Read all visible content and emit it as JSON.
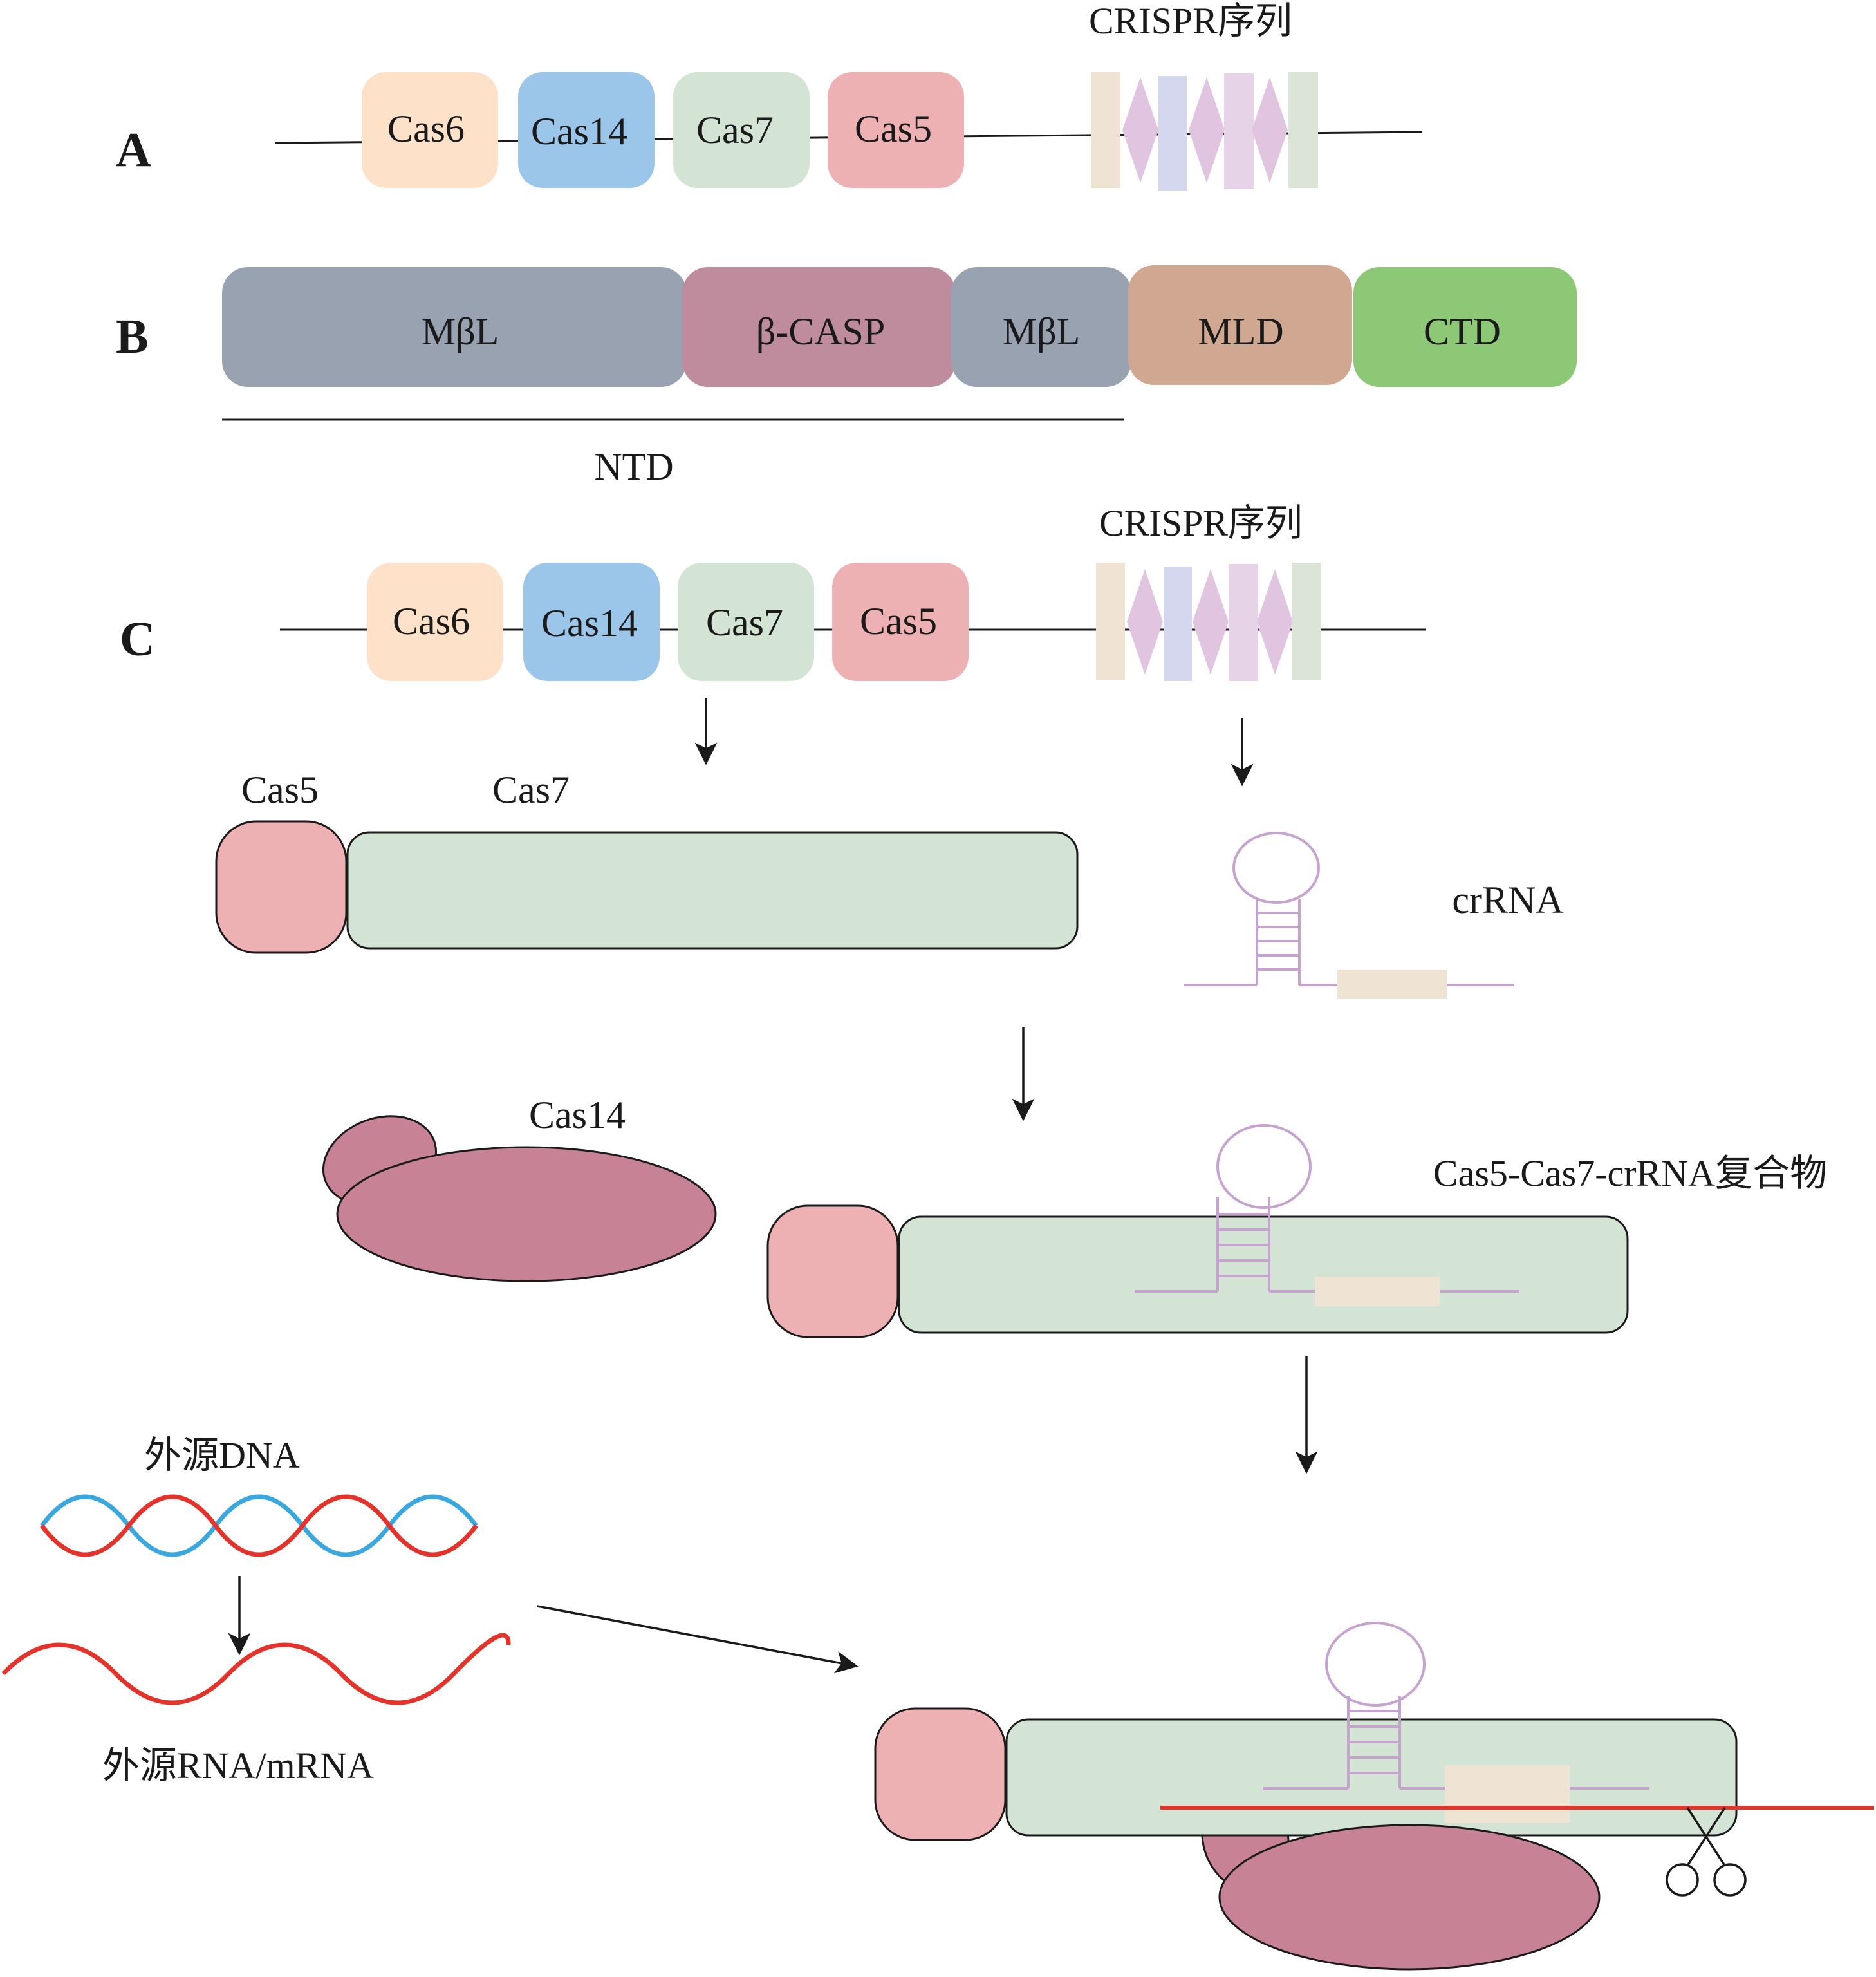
{
  "panel_a": {
    "letter": "A",
    "genes": [
      "Cas6",
      "Cas14",
      "Cas7",
      "Cas5"
    ],
    "crispr_label": "CRISPR序列"
  },
  "panel_b": {
    "letter": "B",
    "domains": [
      "MβL",
      "β-CASP",
      "MβL",
      "MLD",
      "CTD"
    ],
    "ntd_label": "NTD"
  },
  "panel_c": {
    "letter": "C",
    "genes": [
      "Cas6",
      "Cas14",
      "Cas7",
      "Cas5"
    ],
    "crispr_label": "CRISPR序列",
    "cas5_label": "Cas5",
    "cas7_label": "Cas7",
    "crrna_label": "crRNA",
    "cas14_label": "Cas14",
    "complex_label": "Cas5-Cas7-crRNA复合物",
    "dna_label": "外源DNA",
    "rna_label": "外源RNA/mRNA"
  },
  "colors": {
    "cas6": "#fde1c9",
    "cas14_gene": "#9cc5ea",
    "cas7": "#d3e3d4",
    "cas5": "#edb1b4",
    "mbl": "#98a2b0",
    "bcasp": "#be8c9c",
    "mld": "#d0a891",
    "ctd": "#8cc876",
    "cas14_protein": "#c78295",
    "crrna": "#c6a2cf",
    "spacer": "#efe3d4",
    "dna_blue": "#3aa7de",
    "dna_red": "#e3332b"
  }
}
